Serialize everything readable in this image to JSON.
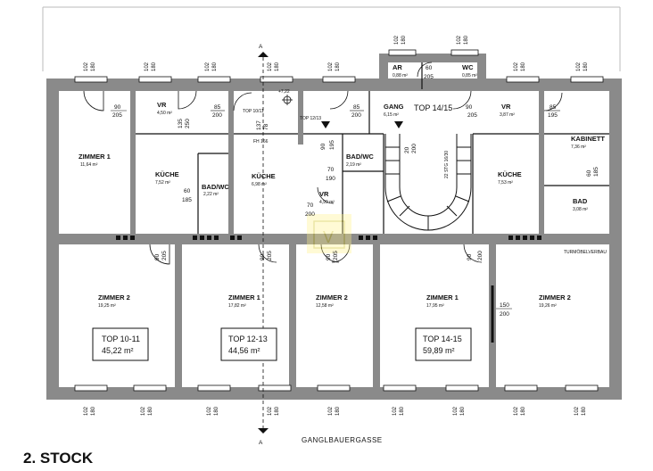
{
  "heading": "2. STOCK",
  "street": "GANGLBAUERGASSE",
  "section_marker": "A",
  "level_mark": "+7,22",
  "units": [
    {
      "name": "TOP 10-11",
      "area": "45,22 m²"
    },
    {
      "name": "TOP 12-13",
      "area": "44,56 m²"
    },
    {
      "name": "TOP 14-15",
      "area": "59,89 m²"
    }
  ],
  "unit_tags": [
    "TOP 10/11",
    "TOP 12/13",
    "TOP 14/15"
  ],
  "rooms": [
    {
      "name": "ZIMMER 1",
      "area": "11,64 m²"
    },
    {
      "name": "VR",
      "area": "4,50 m²"
    },
    {
      "name": "KÜCHE",
      "area": "7,52 m²"
    },
    {
      "name": "BAD/WC",
      "area": "2,22 m²"
    },
    {
      "name": "KÜCHE",
      "area": "6,98 m²"
    },
    {
      "name": "BAD/WC",
      "area": "2,19 m²"
    },
    {
      "name": "VR",
      "area": "4,99 m²"
    },
    {
      "name": "AR",
      "area": "0,88 m²"
    },
    {
      "name": "WC",
      "area": "0,85 m²"
    },
    {
      "name": "GANG",
      "area": "6,15 m²"
    },
    {
      "name": "VR",
      "area": "3,87 m²"
    },
    {
      "name": "KÜCHE",
      "area": "7,53 m²"
    },
    {
      "name": "KABINETT",
      "area": "7,36 m²"
    },
    {
      "name": "BAD",
      "area": "3,08 m²"
    },
    {
      "name": "ZIMMER 2",
      "area": "19,25 m²"
    },
    {
      "name": "ZIMMER 1",
      "area": "17,82 m²"
    },
    {
      "name": "ZIMMER 2",
      "area": "12,58 m²"
    },
    {
      "name": "ZIMMER 1",
      "area": "17,95 m²"
    },
    {
      "name": "ZIMMER 2",
      "area": "19,26 m²"
    }
  ],
  "door_dims": {
    "d90_205": [
      "90",
      "205"
    ],
    "d85_200": [
      "85",
      "200"
    ],
    "d85_195": [
      "85",
      "195"
    ],
    "d80_200": [
      "80",
      "200"
    ],
    "d90_195": [
      "90",
      "195"
    ],
    "d70_190": [
      "70",
      "190"
    ],
    "d70_200": [
      "70",
      "200"
    ],
    "d60_205": [
      "60",
      "205"
    ],
    "d60_185": [
      "60",
      "185"
    ],
    "d90_200": [
      "90",
      "200"
    ],
    "d150_200": [
      "150",
      "200"
    ],
    "d135_250": [
      "135",
      "250"
    ],
    "d137_78": [
      "137",
      "78"
    ],
    "d20_200": [
      "20",
      "200"
    ]
  },
  "window_dims": [
    "102",
    "180"
  ],
  "notes": {
    "fh": "FH 166",
    "turmoebel": "TURMÖBELVERBAU",
    "stair": "22 STG 16/30"
  }
}
